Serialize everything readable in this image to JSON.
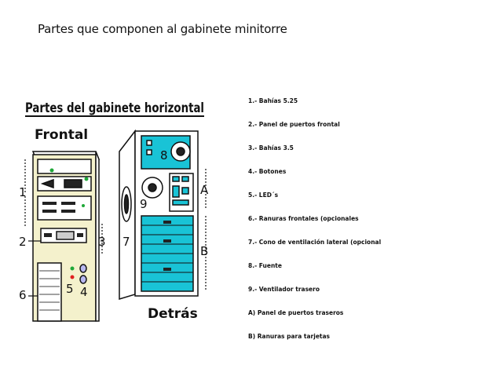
{
  "slide": {
    "title": "Partes que componen al gabinete minitorre"
  },
  "diagram": {
    "heading": "Partes del gabinete horizontal",
    "front_label": "Frontal",
    "back_label": "Detrás",
    "callouts": {
      "n1": "1",
      "n2": "2",
      "n3": "3",
      "n4": "4",
      "n5": "5",
      "n6": "6",
      "n7": "7",
      "n8": "8",
      "n9": "9",
      "a": "A",
      "b": "B"
    },
    "colors": {
      "cyan": "#19c3d6",
      "beige": "#f4f1cc",
      "green": "#1fa838",
      "red": "#e02020",
      "lavender": "#b8b8f0"
    }
  },
  "legend": {
    "items": [
      "1.- Bahías 5.25",
      "2.- Panel de puertos frontal",
      "3.- Bahías 3.5",
      "4.- Botones",
      "5.- LED´s",
      "6.- Ranuras frontales (opcionales",
      "7.- Cono de ventilación lateral (opcional",
      "8.- Fuente",
      "9.- Ventilador trasero",
      "A) Panel de puertos traseros",
      "B) Ranuras para tarjetas"
    ]
  }
}
